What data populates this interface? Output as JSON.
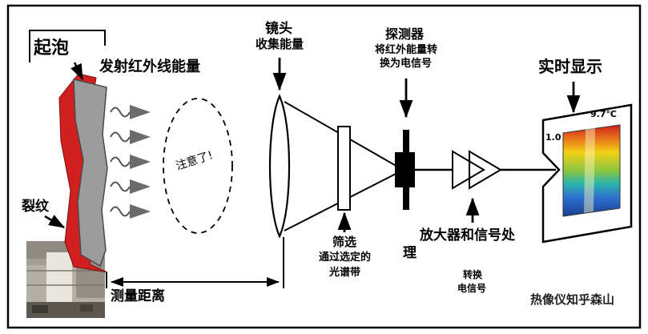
{
  "diagram": {
    "source": {
      "blister": "起泡",
      "emit_energy": "发射红外线能量",
      "crack": "裂纹"
    },
    "attention": "注意了!",
    "lens": {
      "title": "镜头",
      "subtitle": "收集能量"
    },
    "filter": {
      "title": "筛选",
      "line1": "通过选定的",
      "line2": "光谱带"
    },
    "detector": {
      "title": "探测器",
      "line1": "将红外能量转",
      "line2": "换为电信号"
    },
    "amplifier": {
      "line1": "放大器和信号处",
      "line2": "理"
    },
    "signal": {
      "line1": "转换",
      "line2": "电信号"
    },
    "display": {
      "title": "实时显示",
      "temperature": "9.7℃",
      "scale": "1.0"
    },
    "distance": "测量距离",
    "watermark": "热像仪知乎森山",
    "colors": {
      "wall_red": "#d21f1f",
      "wall_gray": "#9c9c9c",
      "ir_arrow_gray": "#6b6b6b",
      "outline": "#000000",
      "thermal_palette": [
        "#cf2020",
        "#e87a1a",
        "#f2d018",
        "#8cc63f",
        "#2bb6a8",
        "#2d6fd0",
        "#1a3f8f"
      ]
    }
  }
}
